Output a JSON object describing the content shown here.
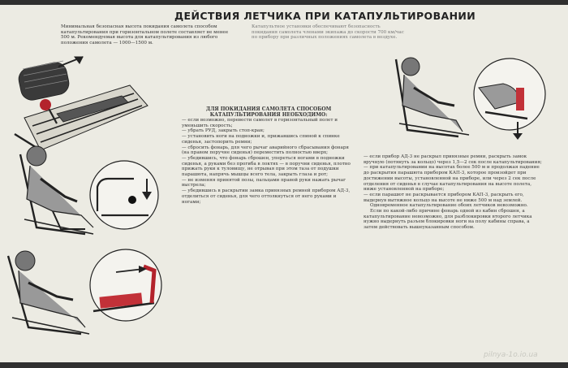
{
  "document": {
    "title": "ДЕЙСТВИЯ ЛЕТЧИКА ПРИ КАТАПУЛЬТИРОВАНИИ",
    "intro_left": "Минимальная безопасная высота покидания самолета способом катапультирования при горизонтальном полете составляет не менее 500 м. Рекомендуемая высота для катапультирования из любого положения самолета — 1000—1500 м.",
    "intro_right": "Катапультное установки обеспечивают безопасность покидания самолета членами экипажа до скорости 700 км/час по прибору при различных положениях самолета в воздухе.",
    "procedure_heading": "ДЛЯ ПОКИДАНИЯ САМОЛЕТА СПОСОБОМ КАТАПУЛЬТИРОВАНИЯ НЕОБХОДИМО:",
    "steps": [
      "— если возможно, перевести самолет в горизонтальный полет и уменьшить скорость;",
      "— убрать РУД, закрыть стоп-кран;",
      "— установить ноги на подножки и, прижавшись спиной к спинке сиденья, застопорить ремни;",
      "— сбросить фонарь, для чего рычаг аварийного сбрасывания фонаря (на правом поручне сиденья) переместить полностью вверх;",
      "— убедившись, что фонарь сброшен, упереться ногами в подножки сиденья, а руками без прогиба в локтях — в поручни сиденья, плотно прижать руки к туловищу, не отрывая при этом таза от подушки парашюта, напрячь мышцы всего тела, закрыть глаза и рот;",
      "— не изменяя принятой позы, пальцами правой руки нажать рычаг выстрела;",
      "— убедившись в раскрытии замка привязных ремней прибором АД-3, отделиться от сиденья, для чего оттолкнуться от него руками и ногами;"
    ],
    "steps_right": [
      "— если прибор АД-3 не раскрыл привязные ремни, раскрыть замок вручную (потянуть за кольцо) через 1,5—2 сек после катапультирования;",
      "— при катапультировании на высотах более 500 м и продолжая падение до раскрытия парашюта прибором КАП-3, которое произойдет при достижении высоты, установленной на приборе, или через 2 сек после отделения от сиденья в случае катапультирования на высоте полета, ниже установленной на приборе;",
      "— если парашют не раскрывается прибором КАП-3, раскрыть его, выдернув вытяжное кольцо на высоте не ниже 500 м над землей.",
      "Одновременное катапультирование обоих летчиков невозможно.",
      "Если по какой-либо причине фонарь одной из кабин сброшен, а катапультирование невозможно, для разблокировки второго летчика нужно выдернуть разъем блокировки ноги на полу кабины справа, а затем действовать вышеуказанным способом."
    ],
    "watermark": "pilnya-1o.io.ua"
  }
}
